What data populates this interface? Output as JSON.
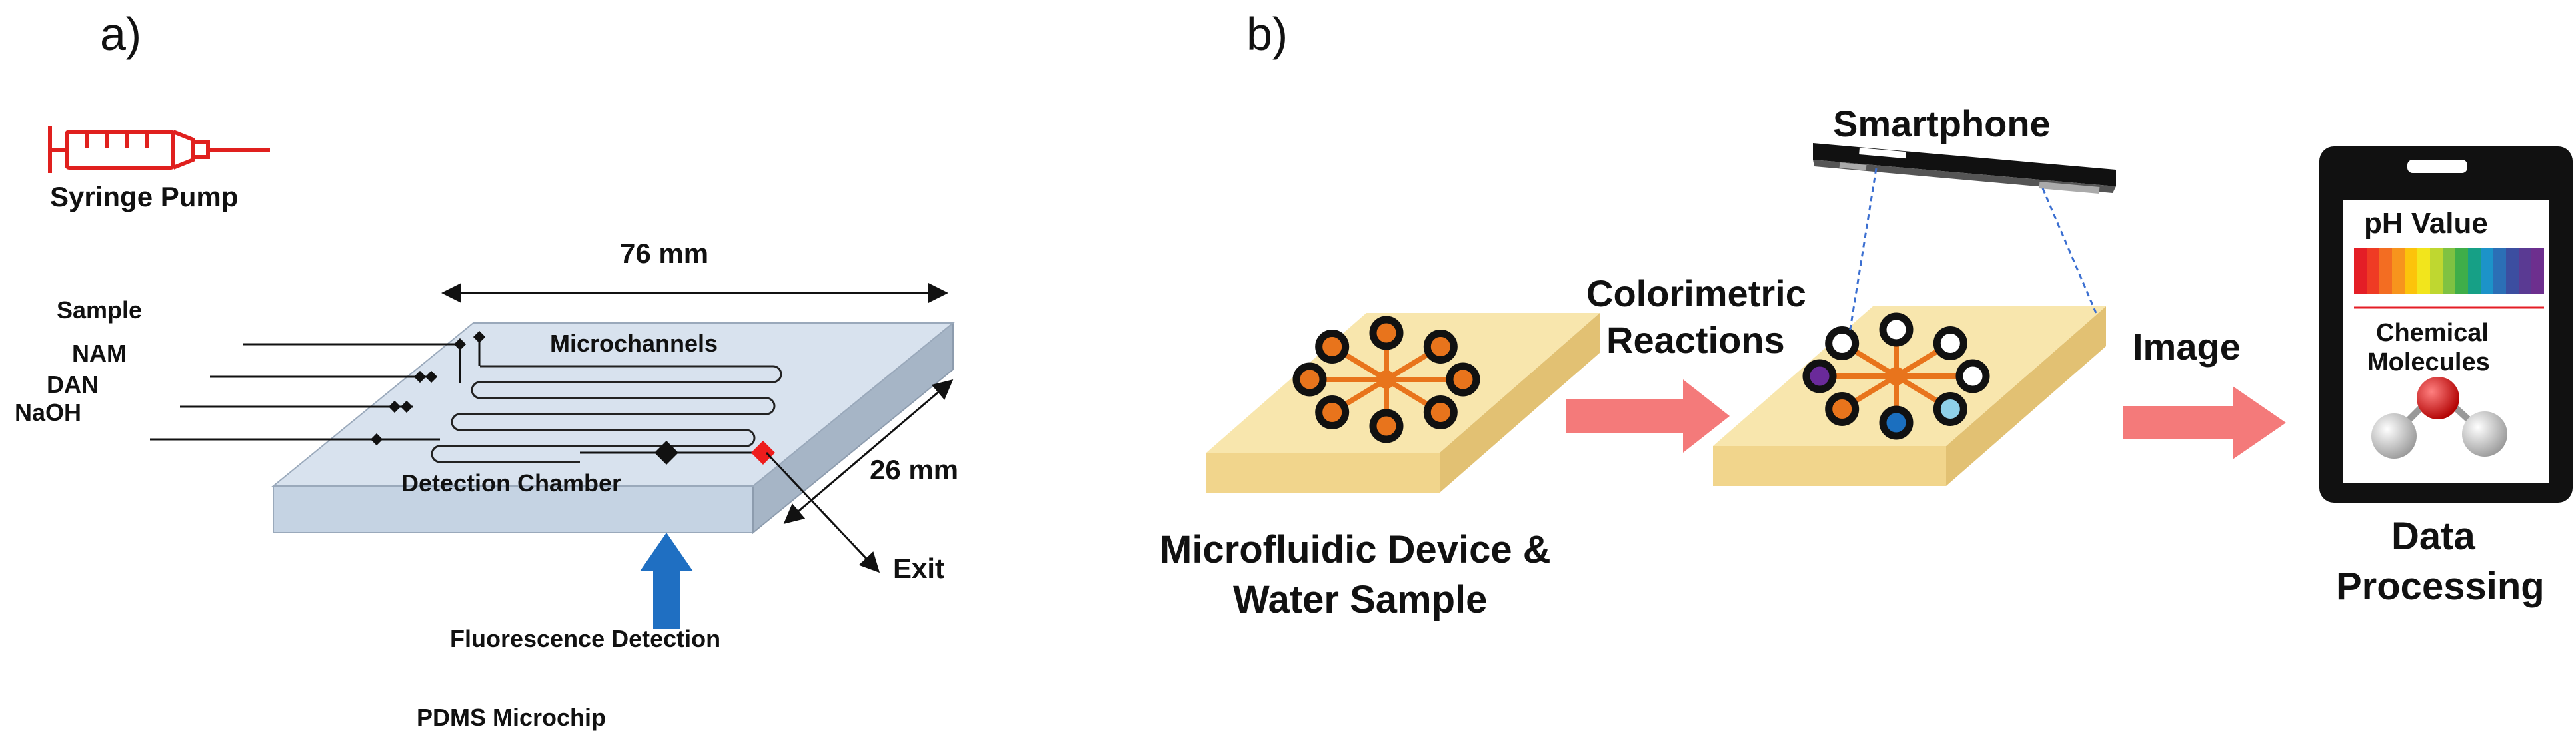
{
  "panel_a": {
    "label": "a)",
    "syringe_label": "Syringe Pump",
    "width_dim": "76 mm",
    "depth_dim": "26 mm",
    "inputs": [
      "Sample",
      "NAM",
      "DAN",
      "NaOH"
    ],
    "microchannels_label": "Microchannels",
    "detection_label": "Detection Chamber",
    "exit_label": "Exit",
    "fluorescence_label": "Fluorescence Detection",
    "chip_label": "PDMS Microchip"
  },
  "panel_b": {
    "label": "b)",
    "smartphone_label": "Smartphone",
    "reaction_line1": "Colorimetric",
    "reaction_line2": "Reactions",
    "image_label": "Image",
    "device_line1": "Microfluidic Device &",
    "device_line2": "Water Sample",
    "processing_line1": "Data",
    "processing_line2": "Processing",
    "phone_screen": {
      "ph_title": "pH Value",
      "chem_line1": "Chemical",
      "chem_line2": "Molecules"
    }
  },
  "colors": {
    "chip_top": "#c9d6e6",
    "chip_side": "#aab8c9",
    "paper_top": "#f7e3a6",
    "paper_side": "#e8c97e",
    "arrow_pink": "#f47a7a",
    "arrow_blue": "#1f6fc2",
    "syringe_red": "#e0201e",
    "spoke_orange": "#e8741c"
  },
  "icons": [
    "syringe-icon",
    "smartphone-icon",
    "water-molecule-icon",
    "ph-scale-icon"
  ]
}
